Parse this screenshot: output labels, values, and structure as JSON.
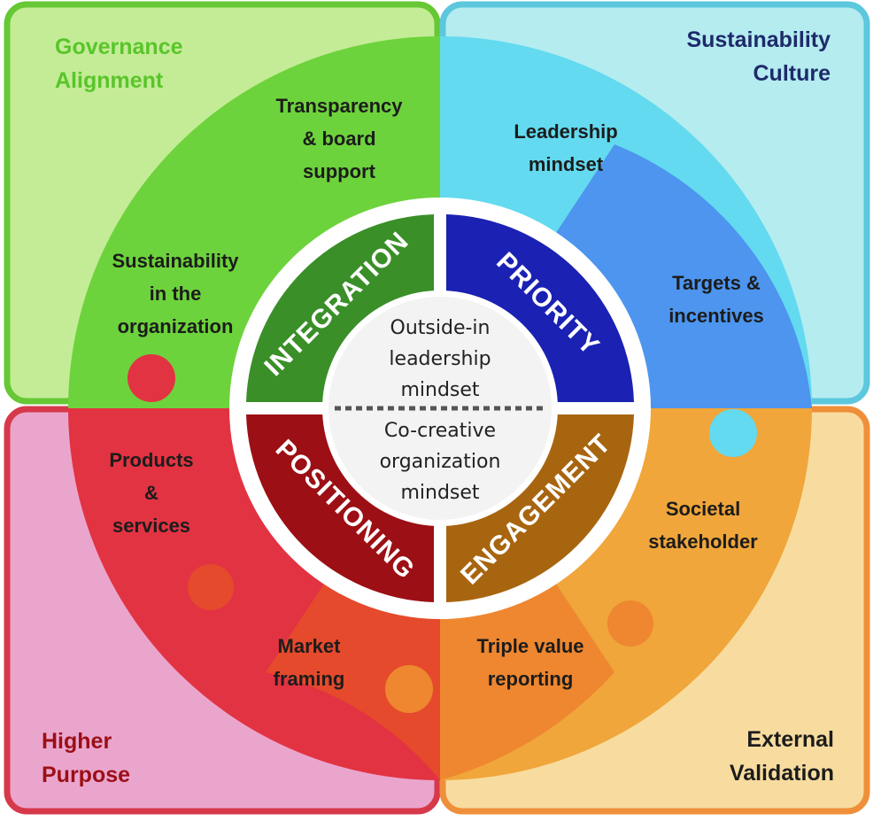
{
  "quadrants": {
    "governance": {
      "title": [
        "Governance",
        "Alignment"
      ],
      "outer_color": "#c4ec97",
      "puzzle_color": "#6dd33c",
      "puzzle_dark": "#5dc42e",
      "title_color": "#59c52a",
      "stroke": "#66c834",
      "pieces": [
        {
          "lines": [
            "Transparency",
            "& board",
            "support"
          ]
        },
        {
          "lines": [
            "Sustainability",
            "in the",
            "organization"
          ]
        }
      ]
    },
    "culture": {
      "title": [
        "Sustainability",
        "Culture"
      ],
      "outer_color": "#b4ecf0",
      "puzzle_color": "#63daef",
      "puzzle_dark": "#4d95ef",
      "title_color": "#1e2a6a",
      "stroke": "#5cc7dd",
      "pieces": [
        {
          "lines": [
            "Leadership",
            "mindset"
          ]
        },
        {
          "lines": [
            "Targets &",
            "incentives"
          ]
        }
      ]
    },
    "purpose": {
      "title": [
        "Higher",
        "Purpose"
      ],
      "outer_color": "#eaa5cd",
      "puzzle_color": "#e23342",
      "puzzle_dark": "#e54a2c",
      "title_color": "#9b0f16",
      "stroke": "#d6394a",
      "pieces": [
        {
          "lines": [
            "Products",
            "&",
            "services"
          ]
        },
        {
          "lines": [
            "Market",
            "framing"
          ]
        }
      ]
    },
    "validation": {
      "title": [
        "External",
        "Validation"
      ],
      "outer_color": "#f8dc9f",
      "puzzle_color": "#f0a63a",
      "puzzle_dark": "#ee8730",
      "title_color": "#1c1c1c",
      "stroke": "#ef8f3a",
      "pieces": [
        {
          "lines": [
            "Societal",
            "stakeholder"
          ]
        },
        {
          "lines": [
            "Triple value",
            "reporting"
          ]
        }
      ]
    }
  },
  "ring": {
    "integration": {
      "label": "INTEGRATION",
      "color": "#3a8f28"
    },
    "priority": {
      "label": "PRIORITY",
      "color": "#1a21b3"
    },
    "positioning": {
      "label": "POSITIONING",
      "color": "#9c0f14"
    },
    "engagement": {
      "label": "ENGAGEMENT",
      "color": "#a8650f"
    }
  },
  "core": {
    "top_lines": [
      "Outside-in",
      "leadership",
      "mindset"
    ],
    "bottom_lines": [
      "Co-creative",
      "organization",
      "mindset"
    ],
    "fill": "#f3f3f3"
  }
}
